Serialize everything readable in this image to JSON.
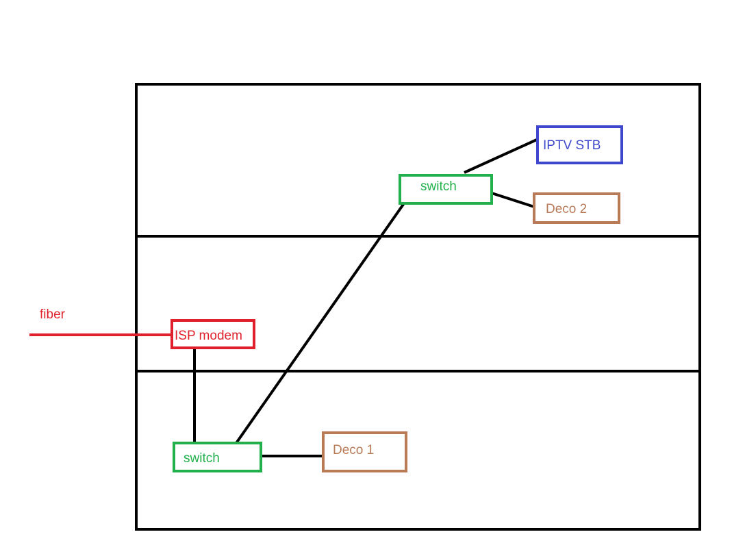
{
  "colors": {
    "background": "#ffffff",
    "wall": "#000000",
    "cable": "#000000",
    "fiber": "#e0202a",
    "isp_modem": "#e0202a",
    "switch": "#22b04c",
    "iptv": "#3f48cc",
    "deco": "#b97a57"
  },
  "fiber": {
    "label": "fiber"
  },
  "nodes": {
    "isp_modem": {
      "label": "ISP modem"
    },
    "switch_upper": {
      "label": "switch"
    },
    "switch_lower": {
      "label": "switch"
    },
    "iptv_stb": {
      "label": "IPTV STB"
    },
    "deco_1": {
      "label": "Deco 1"
    },
    "deco_2": {
      "label": "Deco 2"
    }
  }
}
